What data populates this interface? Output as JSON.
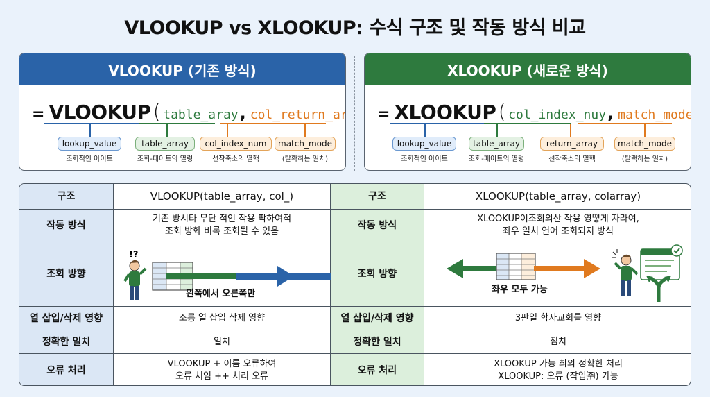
{
  "title": "VLOOKUP vs XLOOKUP: 수식 구조 및 작동 방식 비교",
  "left_card": {
    "header": "VLOOKUP (기존 방식)",
    "eq": "=",
    "func": "VLOOKUP",
    "open": "(",
    "close": ")",
    "comma": ",",
    "arg1": "table_aray",
    "arg2": "col_return_array",
    "tags": [
      {
        "label": "lookup_value",
        "sub": "조회적인 아이트"
      },
      {
        "label": "table_array",
        "sub": "조회-페이트의 열렁"
      },
      {
        "label": "col_index_num",
        "sub": "선작축소의 열핵"
      },
      {
        "label": "match_mode",
        "sub": "(탈확하는 일치)"
      }
    ]
  },
  "right_card": {
    "header": "XLOOKUP (새로운 방식)",
    "eq": "=",
    "func": "XLOOKUP",
    "open": "(",
    "close": ")",
    "comma": ",",
    "arg1": "col_index_nuy",
    "arg2": "match_mode",
    "tags": [
      {
        "label": "lookup_value",
        "sub": "조회적인 아이트"
      },
      {
        "label": "table_array",
        "sub": "조회-페이트의 열렁"
      },
      {
        "label": "return_array",
        "sub": "선작축소의 열핵"
      },
      {
        "label": "match_mode",
        "sub": "(탈랙하는 일치)"
      }
    ]
  },
  "table": {
    "rows": [
      {
        "left_label": "구조",
        "left_value": "VLOOKUP(table_array, col_)",
        "right_label": "구조",
        "right_value": "XLOOKUP(table_array, colarray)"
      },
      {
        "left_label": "작동 방식",
        "left_value": "기존 방시타 무단 적인 작용 팍하여적\n조회 방화 비록 조회될 수 있음",
        "right_label": "작동 방식",
        "right_value": "XLOOKUP이조회의산 작용 영떻게 자라여,\n좌우 일치 연어 조회되지 방식"
      },
      {
        "left_label": "조회 방향",
        "left_value": "왼쪽에서 오른쪽만",
        "right_label": "조회 방향",
        "right_value": "좌우 모두 가능"
      },
      {
        "left_label": "열 삽입/삭제 영향",
        "left_value": "조릉 열 삽입 삭제 영향",
        "right_label": "열 삽입/삭제 영향",
        "right_value": "3판일 학자교회를 영향"
      },
      {
        "left_label": "정확한 일치",
        "left_value": "일치",
        "right_label": "정확한 일치",
        "right_value": "점치"
      },
      {
        "left_label": "오류 처리",
        "left_value": "VLOOKUP + 이름 오류하여\n오류 처임 ++ 처리 오류",
        "right_label": "오류 처리",
        "right_value": "XLOOKUP 가능 최의 정확한 처리\nXLOOKUP: 오류 (작입㈜) 가능"
      }
    ],
    "question_marks": "!?"
  },
  "colors": {
    "vlookup_blue": "#2a63a8",
    "xlookup_green": "#2e7a3e",
    "arg_orange": "#e07a1f",
    "label_blue_bg": "#dbe7f5",
    "label_green_bg": "#dcefdc"
  }
}
